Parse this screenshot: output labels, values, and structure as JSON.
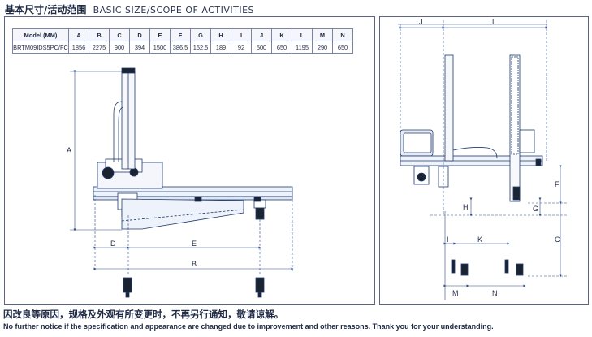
{
  "header": {
    "title_zh": "基本尺寸/活动范围",
    "title_en": "BASIC SIZE/SCOPE OF ACTIVITIES"
  },
  "spec_table": {
    "columns": [
      "Model (MM)",
      "A",
      "B",
      "C",
      "D",
      "E",
      "F",
      "G",
      "H",
      "I",
      "J",
      "K",
      "L",
      "M",
      "N"
    ],
    "rows": [
      [
        "BRTM09IDS5PC/FC",
        "1856",
        "2275",
        "900",
        "394",
        "1500",
        "386.5",
        "152.5",
        "189",
        "92",
        "500",
        "650",
        "1195",
        "290",
        "650"
      ]
    ]
  },
  "dimension_labels": {
    "A": "A",
    "B": "B",
    "C": "C",
    "D": "D",
    "E": "E",
    "F": "F",
    "G": "G",
    "H": "H",
    "I": "I",
    "J": "J",
    "K": "K",
    "L": "L",
    "M": "M",
    "N": "N"
  },
  "colors": {
    "line": "#1f3a6e",
    "dim": "#2a4a8a",
    "dark": "#1b2230"
  },
  "footer": {
    "notice_zh": "因改良等原因，规格及外观有所变更时，不再另行通知，敬请谅解。",
    "notice_en": "No further notice if the specification and appearance are changed due to improvement and other reasons. Thank you for your understanding."
  }
}
